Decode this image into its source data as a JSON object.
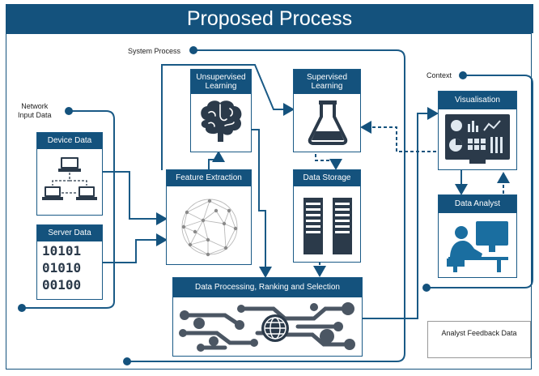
{
  "title": "Proposed Process",
  "labels": {
    "system_process": "System Process",
    "network_input": [
      "Network",
      "Input Data"
    ],
    "context": "Context"
  },
  "boxes": {
    "device_data": "Device Data",
    "server_data": "Server Data",
    "unsupervised": [
      "Unsupervised",
      "Learning"
    ],
    "supervised": [
      "Supervised",
      "Learning"
    ],
    "feature_extraction": "Feature Extraction",
    "data_storage": "Data Storage",
    "data_processing": "Data Processing, Ranking and Selection",
    "visualisation": "Visualisation",
    "data_analyst": "Data Analyst"
  },
  "binary": [
    "10101",
    "01010",
    "00100"
  ],
  "legend": {
    "label": "Analyst Feedback Data"
  },
  "colors": {
    "primary": "#14527d",
    "line": "#1a5a86",
    "icon_dark": "#2b3a4a"
  }
}
